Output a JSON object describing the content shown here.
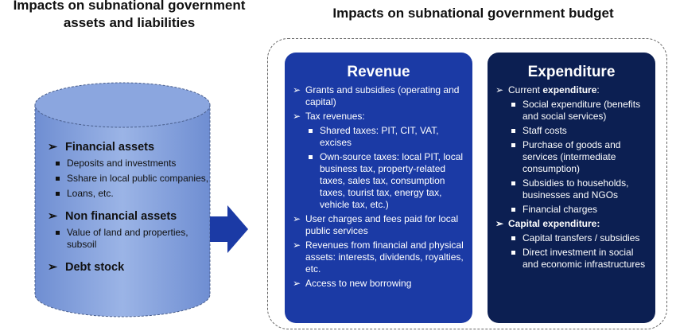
{
  "left_title": "Impacts on subnational government\nassets and liabilities",
  "right_title": "Impacts on subnational government budget",
  "assets": {
    "financial_head": "Financial assets",
    "financial_items": [
      "Deposits and investments",
      "Sshare in local public companies,",
      "Loans, etc."
    ],
    "non_financial_head": "Non financial assets",
    "non_financial_items": [
      "Value of land and properties, subsoil"
    ],
    "debt_head": "Debt stock"
  },
  "revenue": {
    "title": "Revenue",
    "grants": "Grants and subsidies (operating and capital)",
    "tax": "Tax revenues:",
    "shared": "Shared taxes: PIT, CIT, VAT, excises",
    "own": "Own-source taxes: local PIT, local business tax, property-related taxes, sales tax, consumption taxes, tourist tax, energy tax, vehicle tax, etc.)",
    "user": "User charges and fees paid for local public services",
    "fin": "Revenues from financial and physical assets: interests, dividends, royalties, etc.",
    "borrow": "Access to new borrowing"
  },
  "expenditure": {
    "title": "Expenditure",
    "current_prefix": "Current ",
    "current_bold": "expenditure",
    "current_suffix": ":",
    "current_items": [
      "Social expenditure (benefits and social services)",
      "Staff costs",
      "Purchase of goods and services (intermediate consumption)",
      "Subsidies to households, businesses and NGOs",
      "Financial charges"
    ],
    "capital": "Capital expenditure:",
    "capital_items": [
      "Capital transfers / subsidies",
      "Direct investment in social and economic infrastructures"
    ]
  },
  "colors": {
    "revenue_bg": "#1b3aa5",
    "expenditure_bg": "#0c1f52",
    "cylinder": "#7d9ad8",
    "arrow": "#1b3aa5"
  }
}
